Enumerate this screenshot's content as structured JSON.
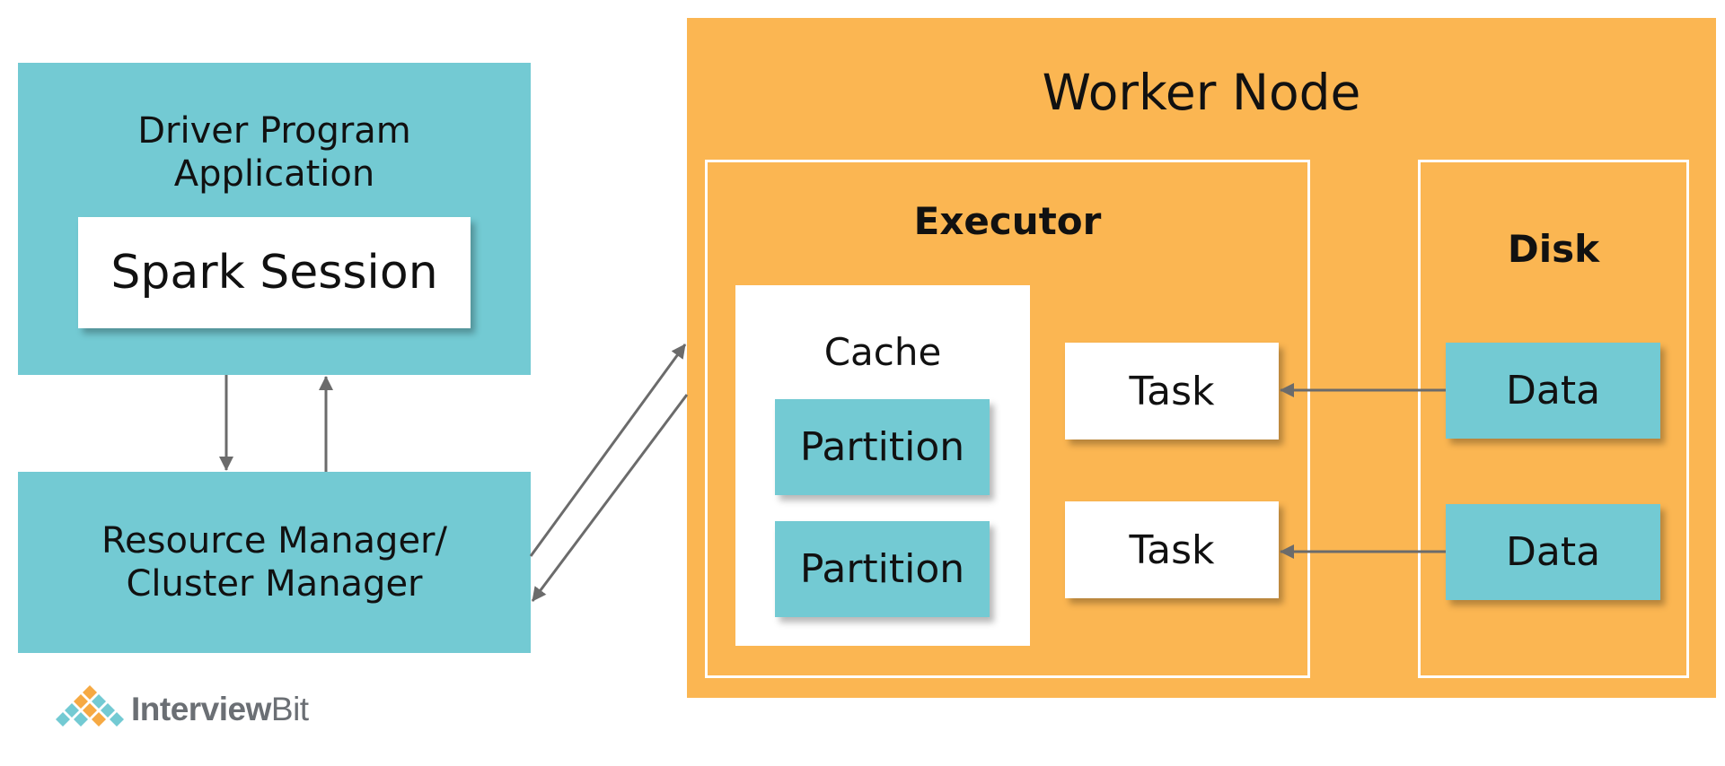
{
  "driver": {
    "title_line1": "Driver Program",
    "title_line2": "Application",
    "spark_session": "Spark Session"
  },
  "resource_manager": {
    "line1": "Resource Manager/",
    "line2": "Cluster Manager"
  },
  "worker_node": {
    "title": "Worker Node",
    "executor": {
      "title": "Executor",
      "cache": {
        "title": "Cache",
        "partitions": [
          "Partition",
          "Partition"
        ]
      },
      "tasks": [
        "Task",
        "Task"
      ]
    },
    "disk": {
      "title": "Disk",
      "data": [
        "Data",
        "Data"
      ]
    }
  },
  "logo": {
    "text_bold": "Interview",
    "text_regular": "Bit"
  },
  "colors": {
    "teal": "#73cad3",
    "orange": "#fbb652",
    "white": "#ffffff",
    "arrow": "#6b6b6b"
  }
}
